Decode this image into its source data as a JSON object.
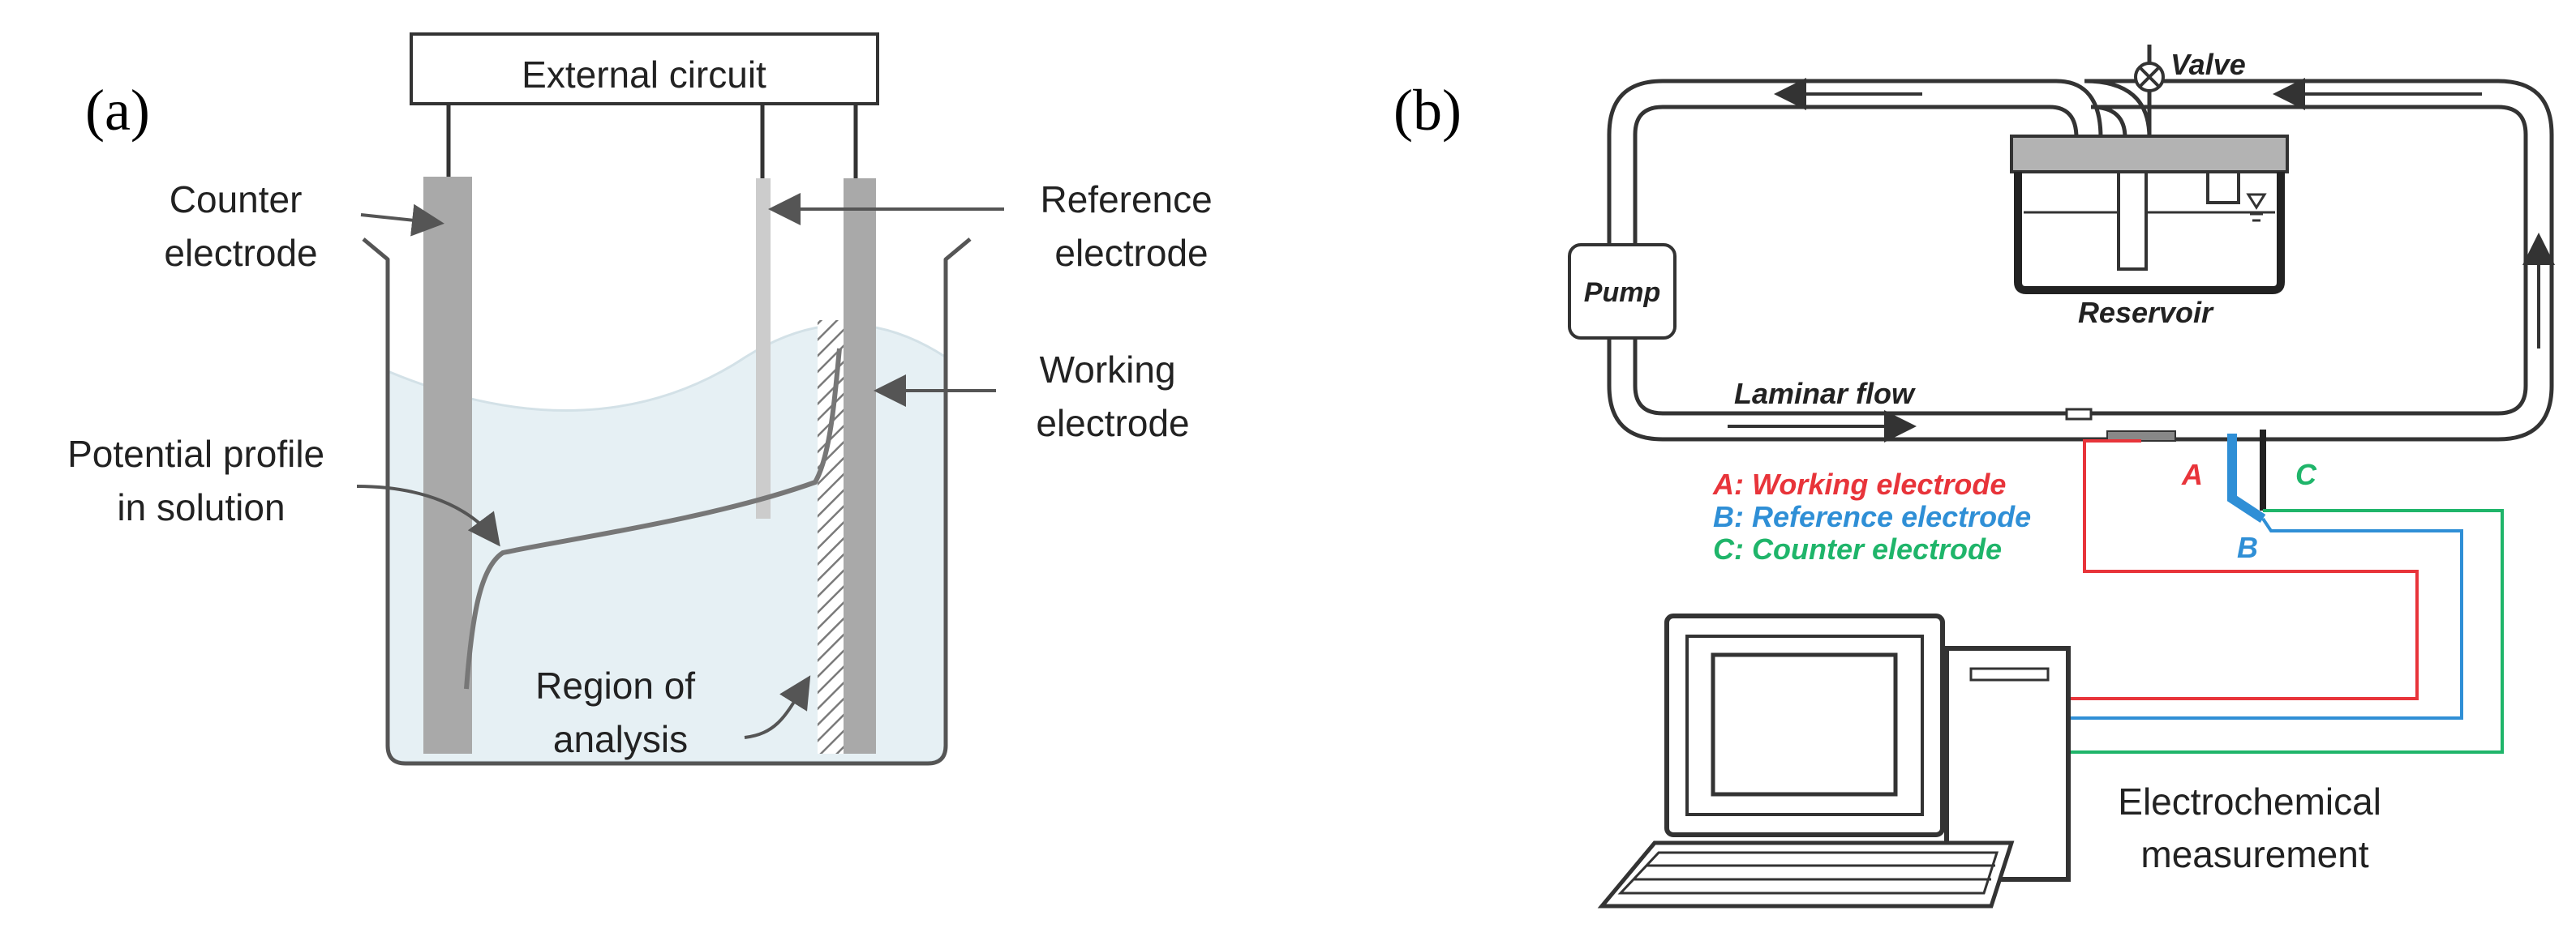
{
  "panel_a": {
    "label": "(a)",
    "external_circuit": "External circuit",
    "counter_electrode": [
      "Counter",
      "electrode"
    ],
    "reference_electrode": [
      "Reference",
      "electrode"
    ],
    "working_electrode": [
      "Working",
      "electrode"
    ],
    "potential_profile": [
      "Potential profile",
      "in solution"
    ],
    "region_of_analysis": [
      "Region of",
      "analysis"
    ]
  },
  "panel_b": {
    "label": "(b)",
    "valve": "Valve",
    "pump": "Pump",
    "reservoir": "Reservoir",
    "laminar_flow": "Laminar flow",
    "legend": {
      "a": "A: Working electrode",
      "b": "B: Reference electrode",
      "c": "C: Counter electrode"
    },
    "letter_a": "A",
    "letter_b": "B",
    "letter_c": "C",
    "measurement": [
      "Electrochemical",
      "measurement"
    ]
  },
  "colors": {
    "working": "#e8343a",
    "reference": "#2f8fd6",
    "counter": "#1fb56a",
    "electrode_gray": "#a9a9a9",
    "solution": "#e6f0f4"
  }
}
